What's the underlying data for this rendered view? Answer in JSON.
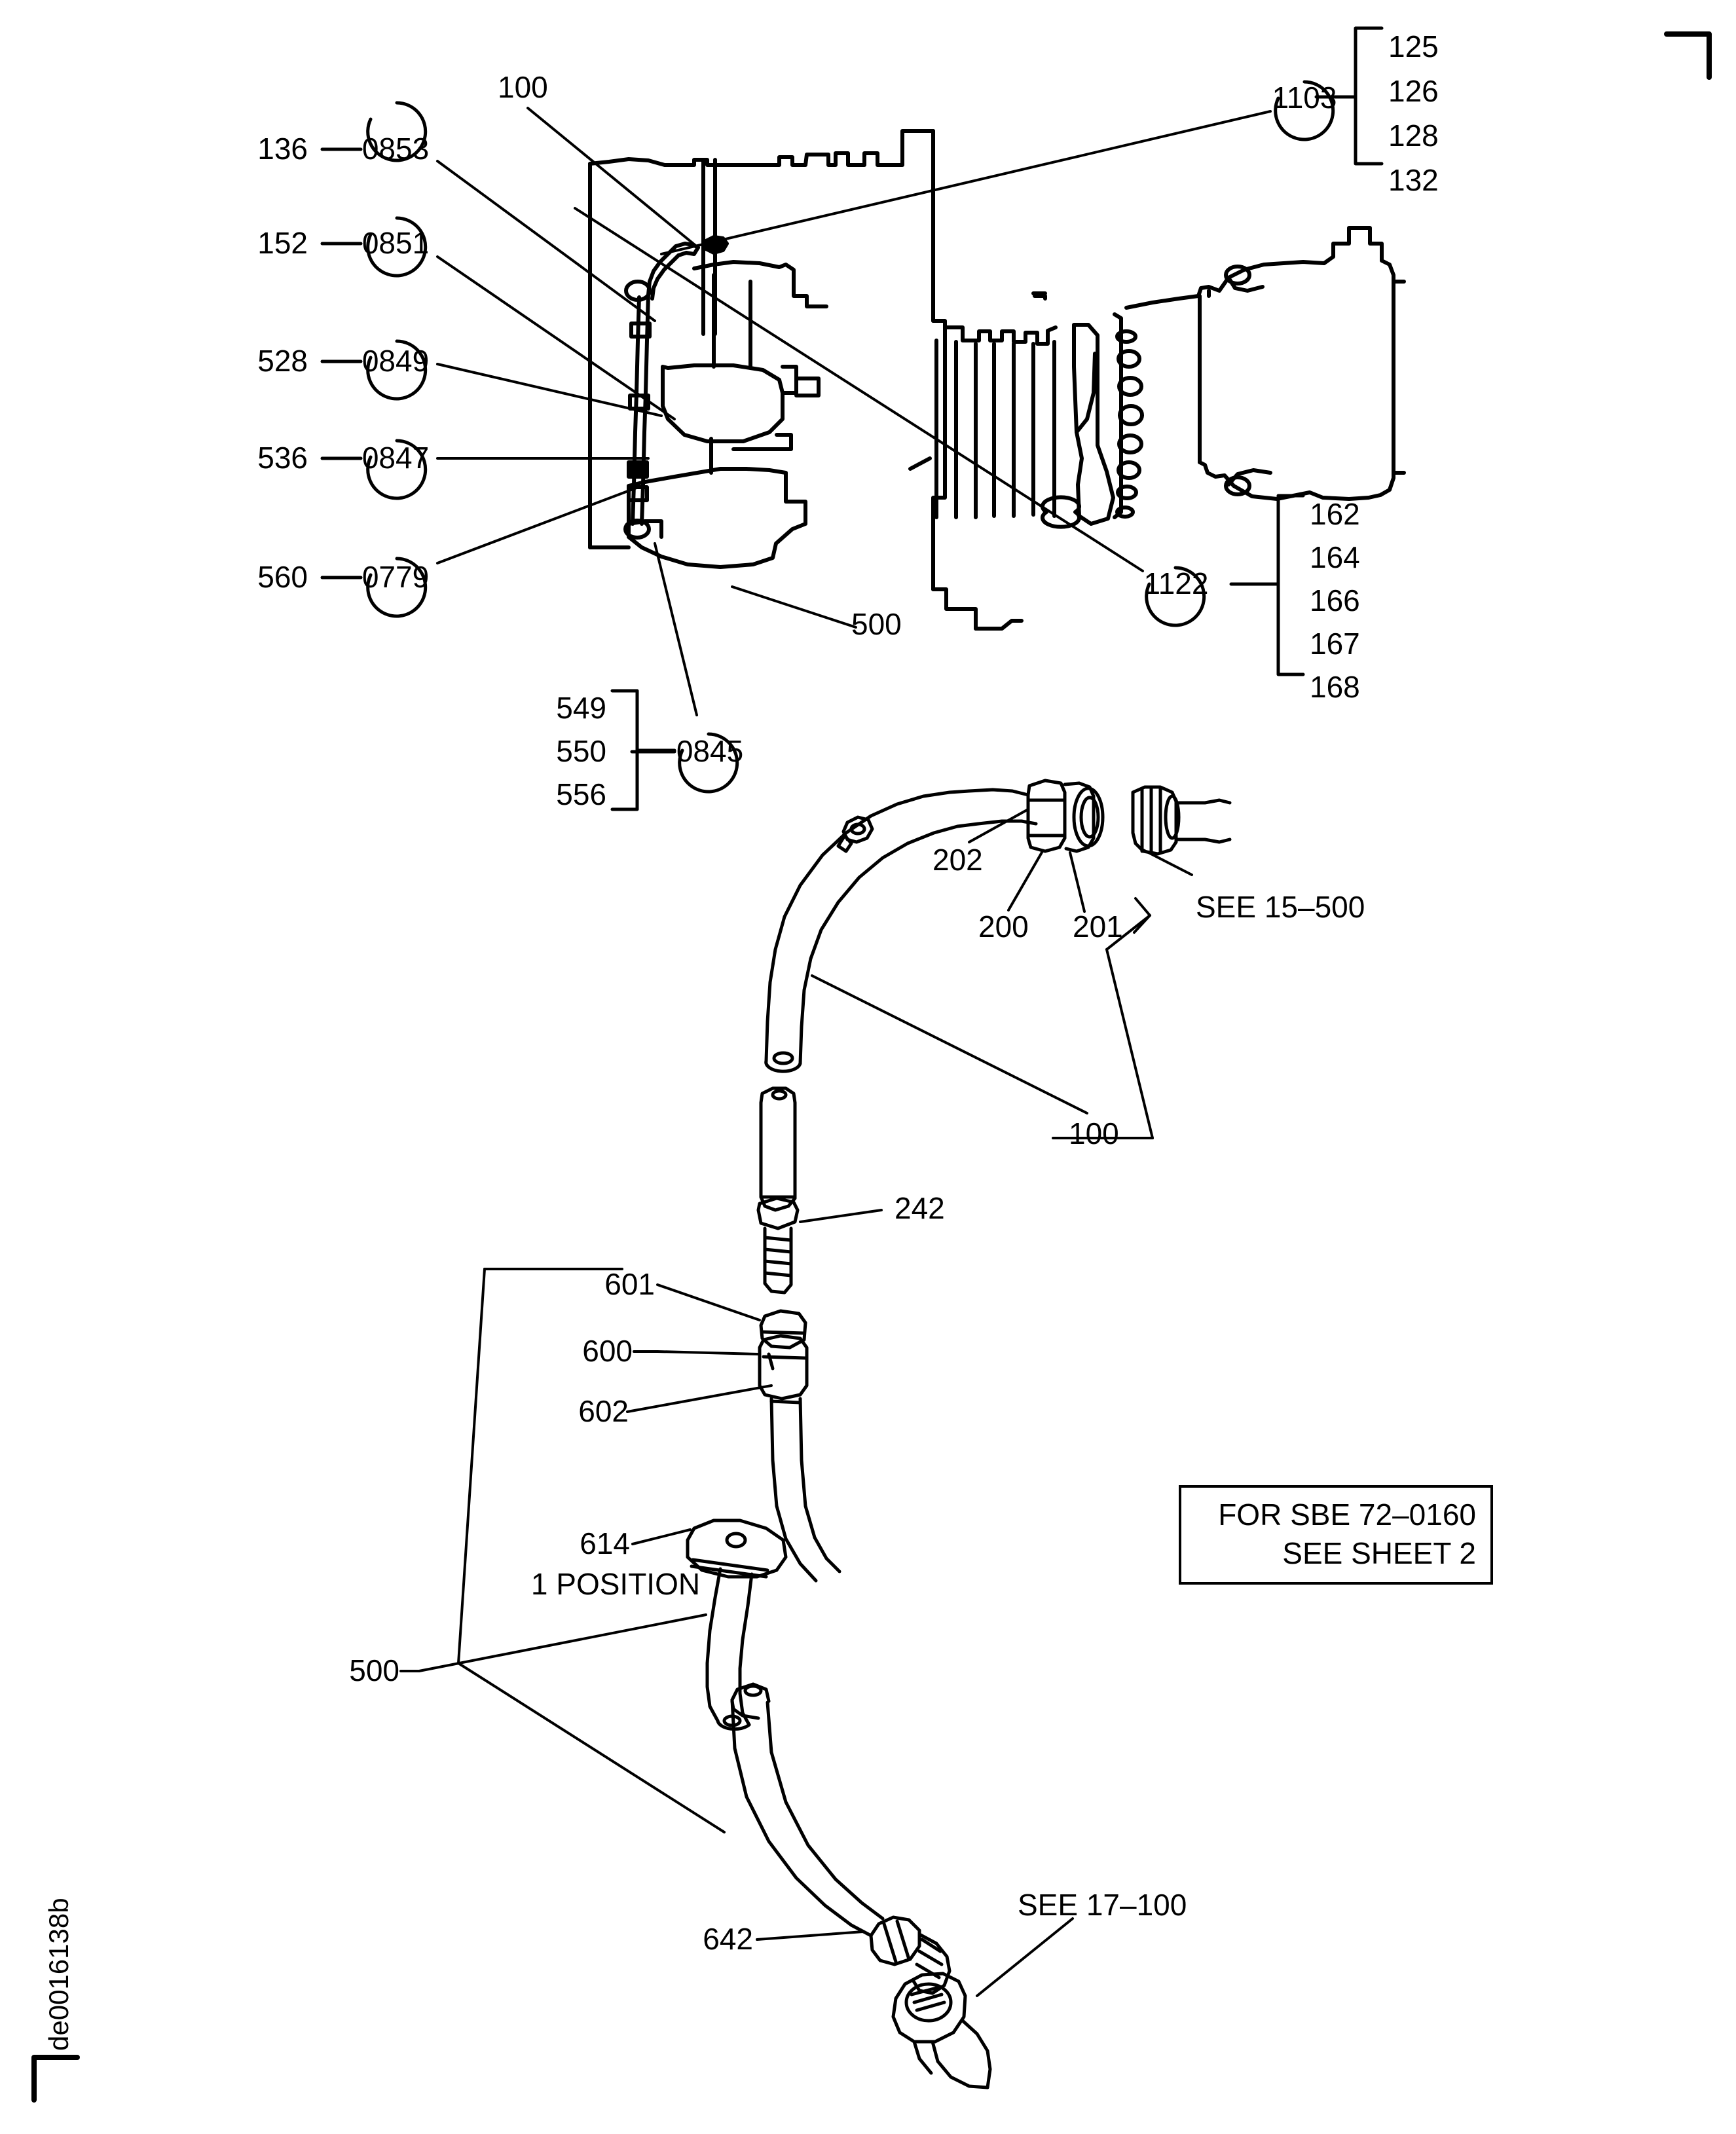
{
  "drawing": {
    "id_text": "de0016138b",
    "note_box": {
      "line1": "FOR SBE 72–0160",
      "line2": "SEE SHEET 2"
    },
    "position_note": "1 POSITION",
    "references": {
      "see_15_500": "SEE 15–500",
      "see_17_100": "SEE 17–100"
    }
  },
  "callouts_left": [
    {
      "item": "136",
      "figure": "0853"
    },
    {
      "item": "152",
      "figure": "0851"
    },
    {
      "item": "528",
      "figure": "0849"
    },
    {
      "item": "536",
      "figure": "0847"
    },
    {
      "item": "560",
      "figure": "0779"
    }
  ],
  "callout_bracket_left": {
    "figure": "0845",
    "items": [
      "549",
      "550",
      "556"
    ]
  },
  "callout_bracket_top_right": {
    "figure": "1103",
    "items": [
      "125",
      "126",
      "128",
      "132"
    ]
  },
  "callout_bracket_right": {
    "figure": "1122",
    "items": [
      "162",
      "164",
      "166",
      "167",
      "168"
    ]
  },
  "part_labels": {
    "engine_100": "100",
    "engine_500": "500",
    "hose_202": "202",
    "hose_200": "200",
    "hose_201": "201",
    "assembly_100": "100",
    "tube_242": "242",
    "fitting_601": "601",
    "fitting_600": "600",
    "fitting_602": "602",
    "bracket_614": "614",
    "assembly_500": "500",
    "fitting_642": "642"
  }
}
